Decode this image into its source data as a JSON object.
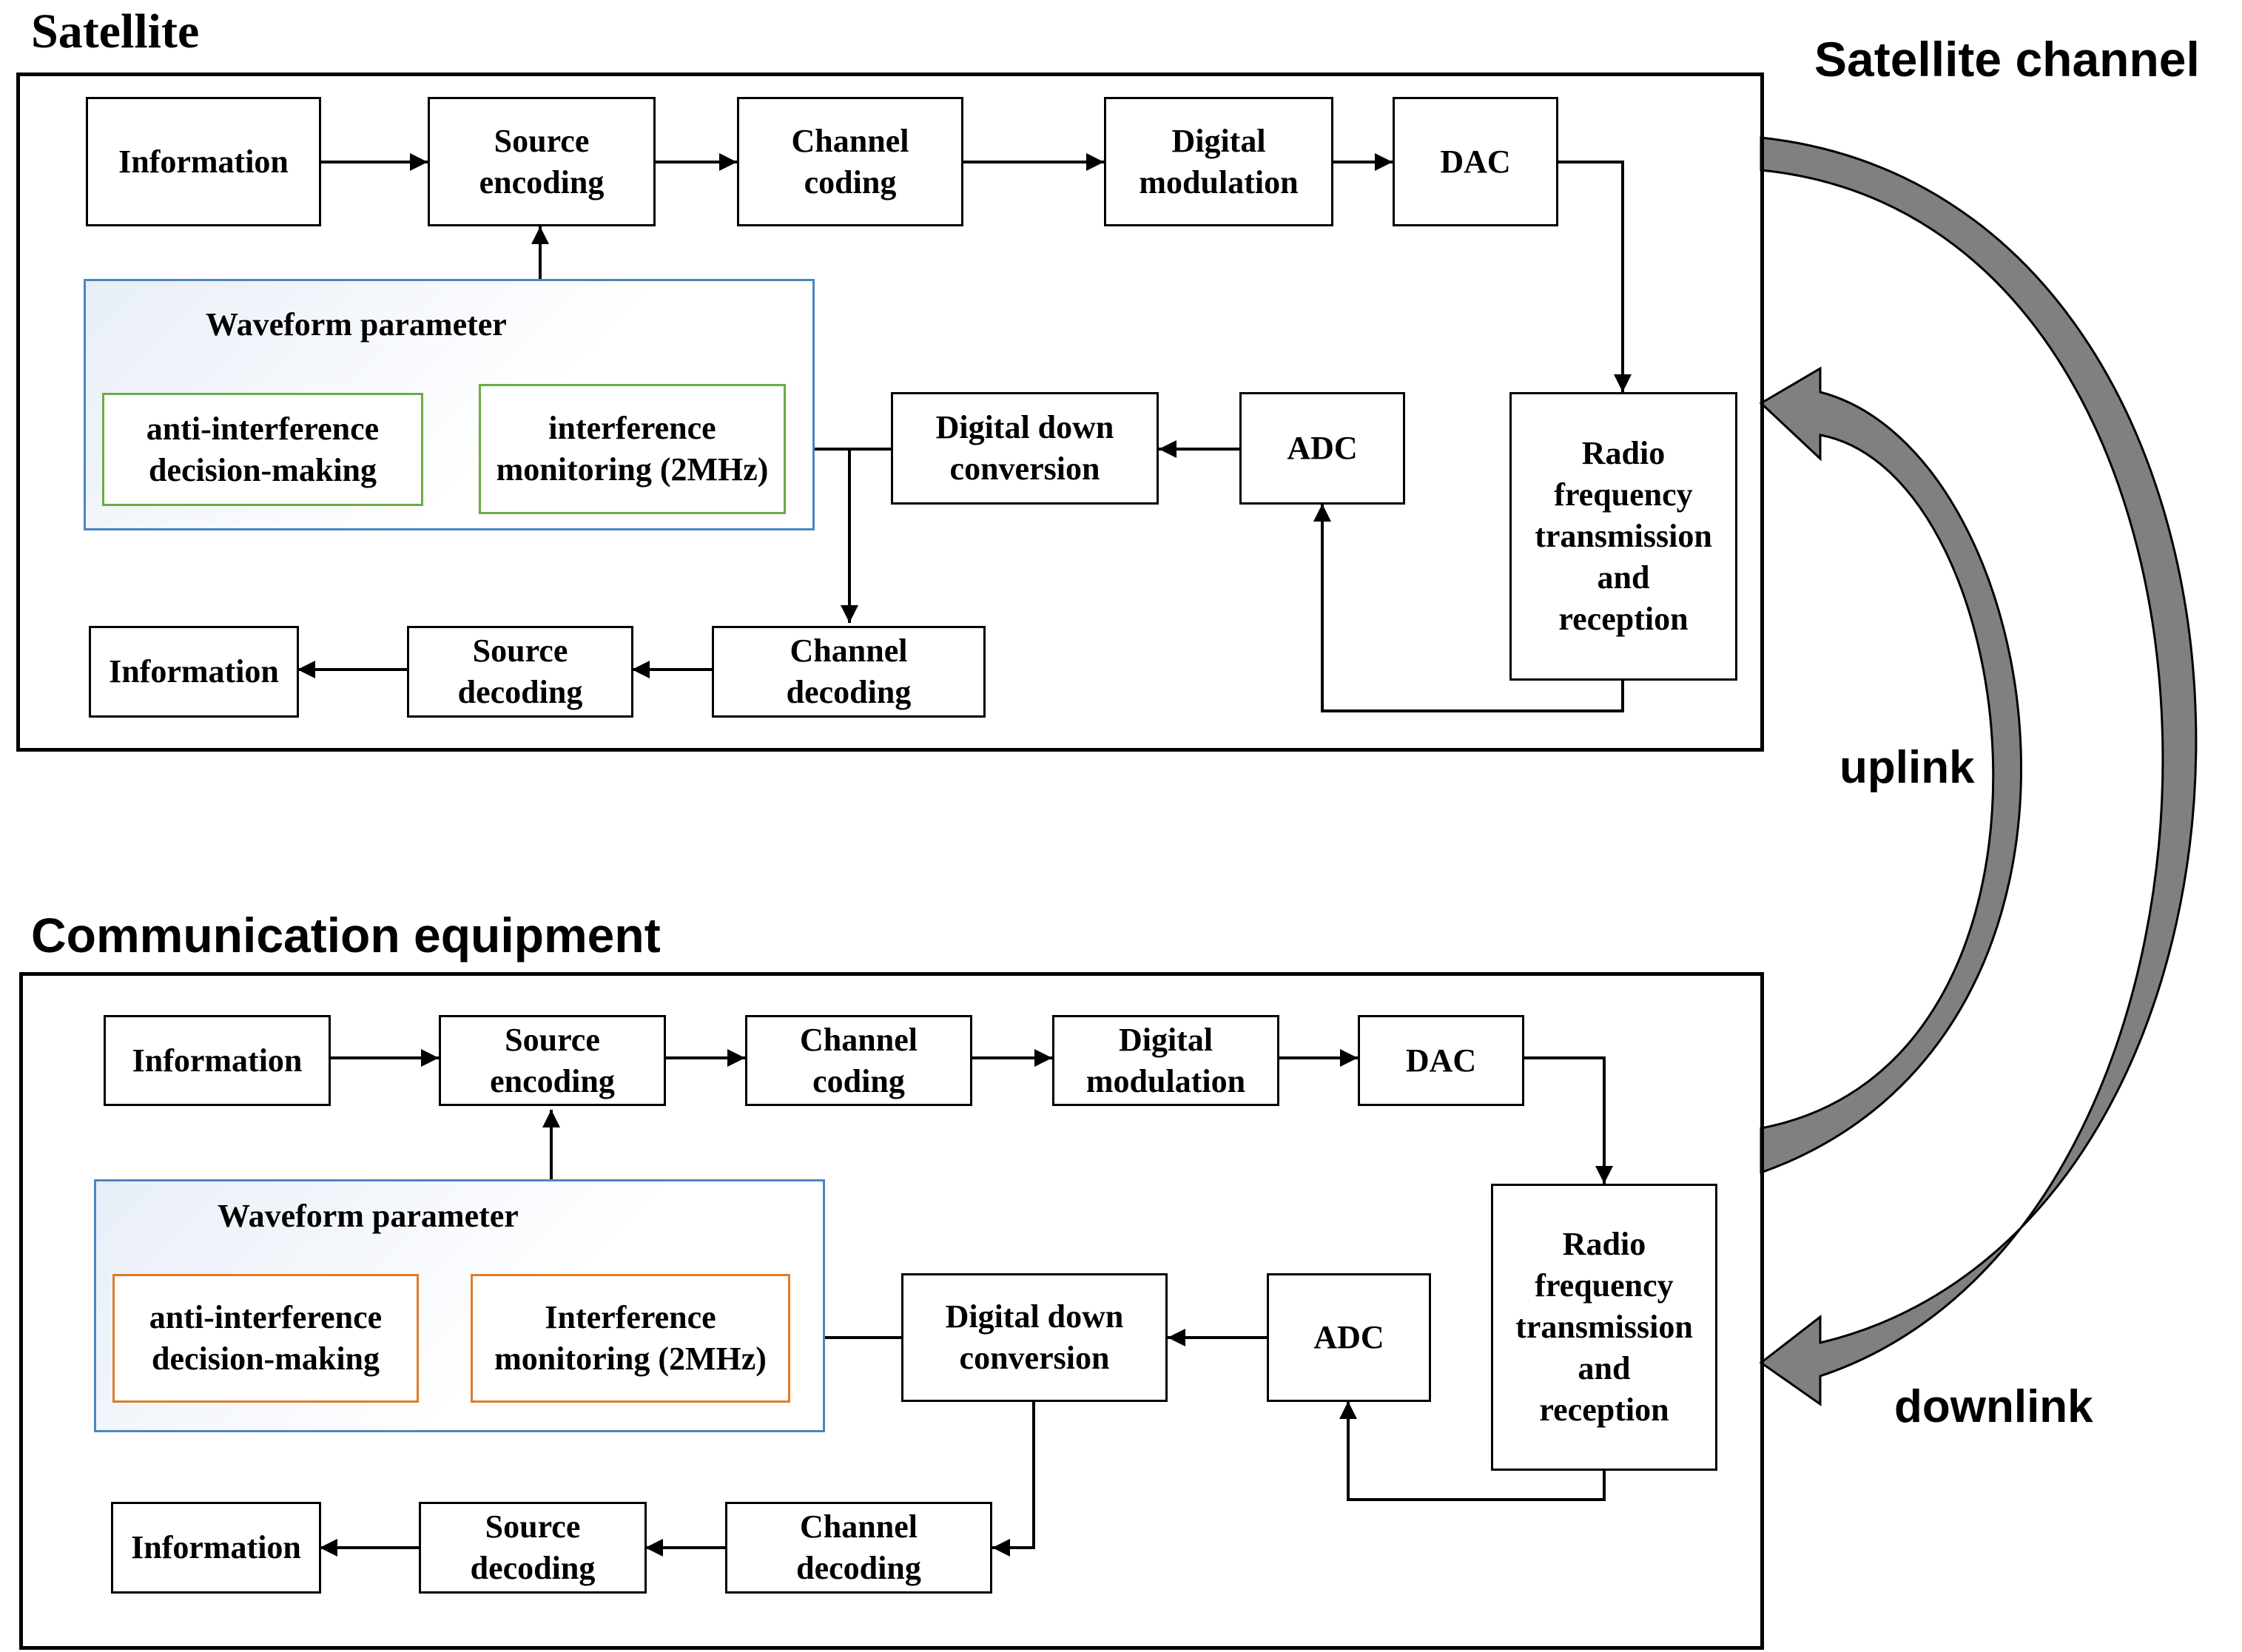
{
  "satellite": {
    "title": "Satellite",
    "information_in": "Information",
    "source_encoding": "Source\nencoding",
    "channel_coding": "Channel\ncoding",
    "digital_modulation": "Digital\nmodulation",
    "dac": "DAC",
    "waveform_parameter": "Waveform parameter",
    "anti_interference": "anti-interference\ndecision-making",
    "interference_monitoring": "interference\nmonitoring (2MHz)",
    "digital_down_conversion": "Digital down\nconversion",
    "adc": "ADC",
    "rf": "Radio\nfrequency\ntransmission\nand\nreception",
    "information_out": "Information",
    "source_decoding": "Source\ndecoding",
    "channel_decoding": "Channel\ndecoding"
  },
  "equipment": {
    "title": "Communication equipment",
    "information_in": "Information",
    "source_encoding": "Source\nencoding",
    "channel_coding": "Channel\ncoding",
    "digital_modulation": "Digital\nmodulation",
    "dac": "DAC",
    "waveform_parameter": "Waveform parameter",
    "anti_interference": "anti-interference\ndecision-making",
    "interference_monitoring": "Interference\nmonitoring (2MHz)",
    "digital_down_conversion": "Digital down\nconversion",
    "adc": "ADC",
    "rf": "Radio\nfrequency\ntransmission\nand\nreception",
    "information_out": "Information",
    "source_decoding": "Source\ndecoding",
    "channel_decoding": "Channel\ndecoding"
  },
  "channel": {
    "title": "Satellite channel",
    "uplink": "uplink",
    "downlink": "downlink"
  },
  "colors": {
    "line": "#000000",
    "arc_fill": "#808080",
    "waveform_border": "#4a86c0",
    "satellite_module_border": "#6aac45",
    "equipment_module_border": "#e07b2a"
  }
}
